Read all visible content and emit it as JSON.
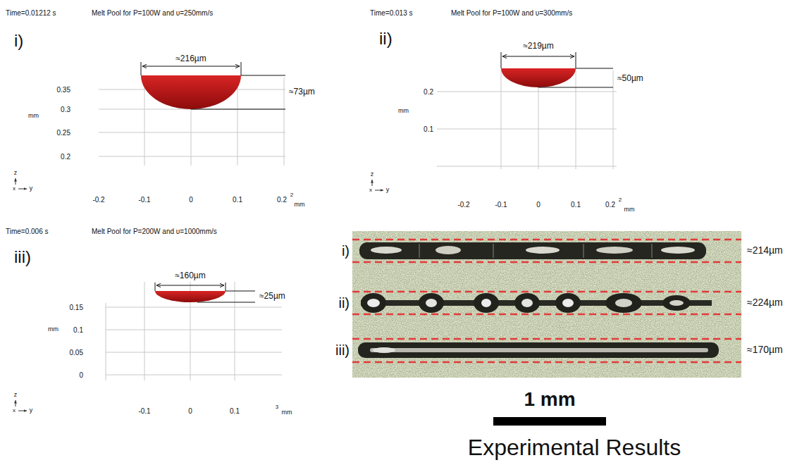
{
  "diagram": {
    "labels": [
      "Time=0.01212 s",
      "Melt Pool for P=100W and υ=250mm/s",
      "i)",
      "≈216µm",
      "≈73µm",
      "0.35",
      "0.3",
      "0.25",
      "0.2",
      "mm",
      "z",
      "x",
      "y",
      "-0.2",
      "-0.1",
      "0",
      "0.1",
      "0.2",
      "2",
      "mm",
      "Time=0.013 s",
      "Melt Pool for P=100W and υ=300mm/s",
      "ii)",
      "≈219µm",
      "≈50µm",
      "0.2",
      "0.1",
      "mm",
      "z",
      "x",
      "y",
      "-0.2",
      "-0.1",
      "0",
      "0.1",
      "0.2",
      "2",
      "mm",
      "Time=0.006 s",
      "Melt Pool for P=200W and υ=1000mm/s",
      "iii)",
      "≈160µm",
      "≈25µm",
      "0.15",
      "0.1",
      "0.05",
      "0",
      "mm",
      "z",
      "x",
      "y",
      "-0.1",
      "0",
      "0.1",
      "3",
      "mm",
      "i)",
      "ii)",
      "iii)",
      "≈214µm",
      "≈224µm",
      "≈170µm",
      "1 mm",
      "Experimental Results"
    ]
  }
}
